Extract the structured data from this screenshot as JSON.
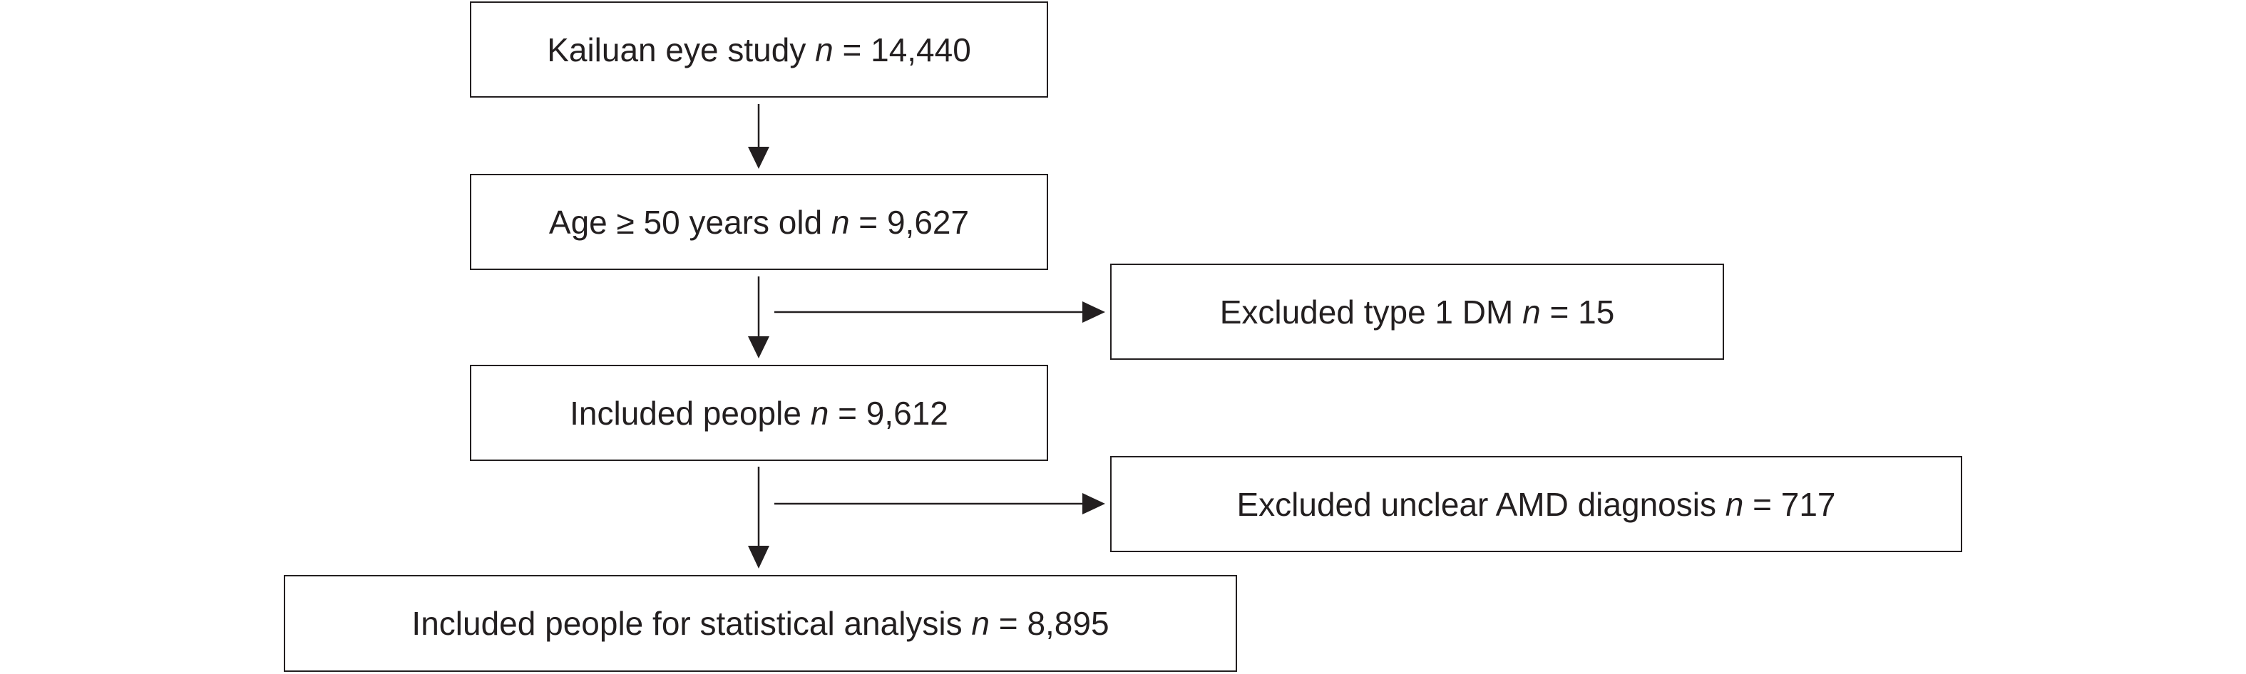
{
  "nodes": {
    "kailuan": {
      "label": "Kailuan eye study ",
      "n_symbol": "n",
      "value": " = 14,440"
    },
    "age": {
      "label": "Age ≥ 50 years old ",
      "n_symbol": "n",
      "value": " = 9,627"
    },
    "type1": {
      "label": "Excluded type 1 DM ",
      "n_symbol": "n",
      "value": " = 15"
    },
    "included": {
      "label": "Included people ",
      "n_symbol": "n",
      "value": " = 9,612"
    },
    "amd": {
      "label": "Excluded unclear AMD diagnosis ",
      "n_symbol": "n",
      "value": " = 717"
    },
    "final": {
      "label": "Included people for statistical analysis ",
      "n_symbol": "n",
      "value": " = 8,895"
    }
  },
  "colors": {
    "line": "#231f20",
    "text": "#231f20",
    "background": "#ffffff"
  }
}
